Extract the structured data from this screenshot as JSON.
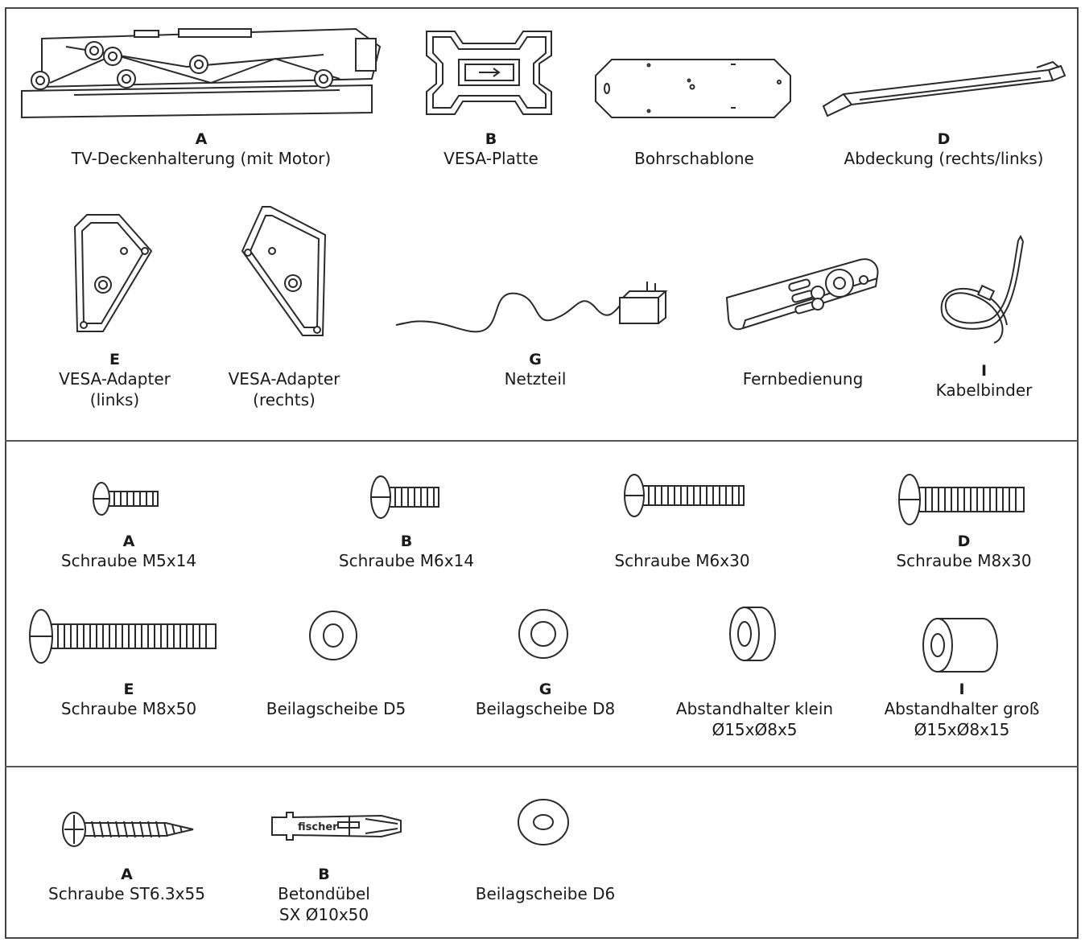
{
  "sections": [
    {
      "items": [
        {
          "letter": "A",
          "name": "TV-Deckenhalterung (mit Motor)",
          "icon": "motorized-ceiling-mount"
        },
        {
          "letter": "B",
          "name": "VESA-Platte",
          "icon": "vesa-plate"
        },
        {
          "letter": "",
          "name": "Bohrschablone",
          "icon": "drilling-template"
        },
        {
          "letter": "D",
          "name": "Abdeckung (rechts/links)",
          "icon": "cover-rail"
        },
        {
          "letter": "E",
          "name": "VESA-Adapter\n(links)",
          "icon": "vesa-adapter-left"
        },
        {
          "letter": "",
          "name": "VESA-Adapter\n(rechts)",
          "icon": "vesa-adapter-right"
        },
        {
          "letter": "G",
          "name": "Netzteil",
          "icon": "power-adapter"
        },
        {
          "letter": "",
          "name": "Fernbedienung",
          "icon": "remote-control"
        },
        {
          "letter": "I",
          "name": "Kabelbinder",
          "icon": "cable-tie"
        }
      ]
    },
    {
      "items": [
        {
          "letter": "A",
          "name": "Schraube M5x14",
          "icon": "screw"
        },
        {
          "letter": "B",
          "name": "Schraube M6x14",
          "icon": "screw"
        },
        {
          "letter": "",
          "name": "Schraube M6x30",
          "icon": "screw"
        },
        {
          "letter": "D",
          "name": "Schraube M8x30",
          "icon": "screw"
        },
        {
          "letter": "E",
          "name": "Schraube M8x50",
          "icon": "screw"
        },
        {
          "letter": "",
          "name": "Beilagscheibe D5",
          "icon": "washer"
        },
        {
          "letter": "G",
          "name": "Beilagscheibe D8",
          "icon": "washer"
        },
        {
          "letter": "",
          "name": "Abstandhalter klein\nØ15xØ8x5",
          "icon": "spacer"
        },
        {
          "letter": "I",
          "name": "Abstandhalter groß\nØ15xØ8x15",
          "icon": "spacer"
        }
      ]
    },
    {
      "items": [
        {
          "letter": "A",
          "name": "Schraube ST6.3x55",
          "icon": "wood-screw"
        },
        {
          "letter": "B",
          "name": "Betondübel\nSX Ø10x50",
          "icon": "concrete-anchor"
        },
        {
          "letter": "",
          "name": "Beilagscheibe D6",
          "icon": "washer"
        }
      ]
    }
  ],
  "anchor_brand": "fischer",
  "colors": {
    "line": "#2a2a2a",
    "fill": "#ffffff",
    "border": "#444444"
  }
}
